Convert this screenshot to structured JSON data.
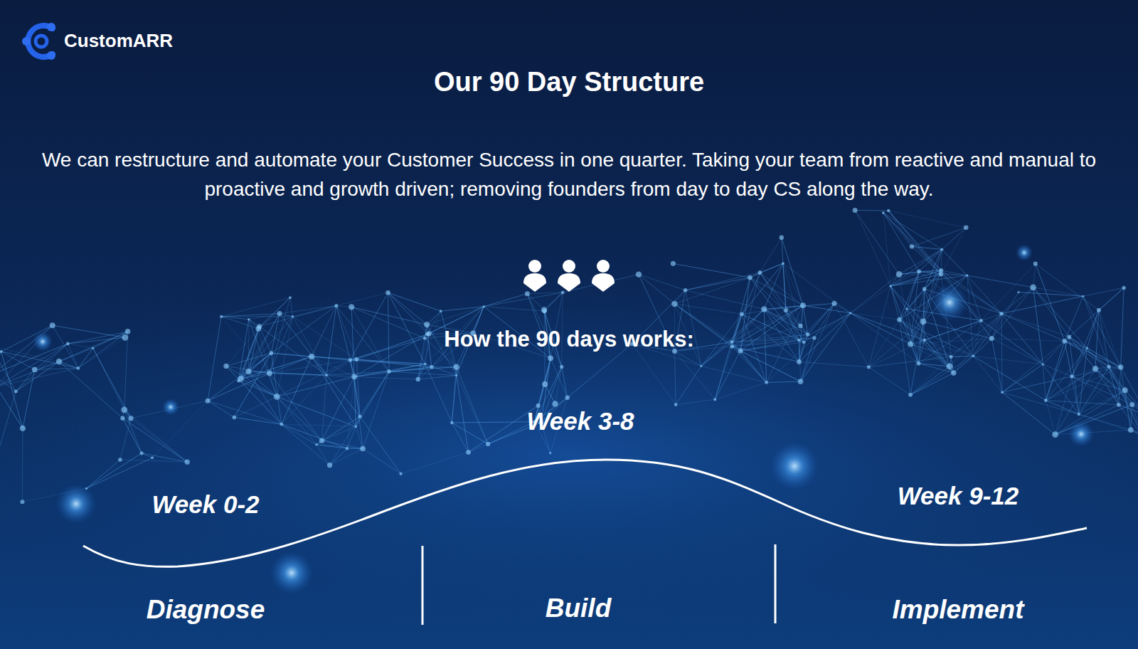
{
  "diagram": {
    "title": "Our 90 Day Structure",
    "labels": [
      "CustomARR",
      "We can restructure and automate your Customer Success in one quarter. Taking your team from reactive and manual to proactive and growth driven; removing founders from day to day CS along the way.",
      "How the 90 days works:",
      "Week 3-8",
      "Week 0-2",
      "Week 9-12",
      "Diagnose",
      "Build",
      "Implement"
    ]
  }
}
